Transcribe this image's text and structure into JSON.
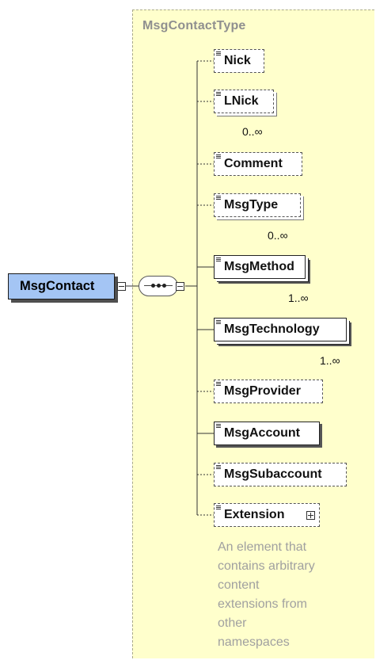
{
  "type": {
    "name": "MsgContactType"
  },
  "root": {
    "name": "MsgContact"
  },
  "elements": [
    {
      "name": "Nick",
      "kind": "optional"
    },
    {
      "name": "LNick",
      "kind": "optional-multi",
      "occurs": "0..∞"
    },
    {
      "name": "Comment",
      "kind": "optional"
    },
    {
      "name": "MsgType",
      "kind": "optional-multi",
      "occurs": "0..∞"
    },
    {
      "name": "MsgMethod",
      "kind": "required-multi",
      "occurs": "1..∞"
    },
    {
      "name": "MsgTechnology",
      "kind": "required-multi",
      "occurs": "1..∞"
    },
    {
      "name": "MsgProvider",
      "kind": "optional"
    },
    {
      "name": "MsgAccount",
      "kind": "required"
    },
    {
      "name": "MsgSubaccount",
      "kind": "optional"
    },
    {
      "name": "Extension",
      "kind": "optional",
      "expandable": true
    }
  ],
  "extension_doc": [
    "An element that",
    "contains arbitrary",
    "content",
    "extensions from",
    "other",
    "namespaces"
  ],
  "colors": {
    "type_background": "#ffffcc",
    "root_fill": "#a4c5f4",
    "doc_text": "#a0a0a0"
  },
  "icons": {
    "collapse": "minus-icon",
    "expand": "plus-icon",
    "sequence": "sequence-compositor-icon"
  }
}
